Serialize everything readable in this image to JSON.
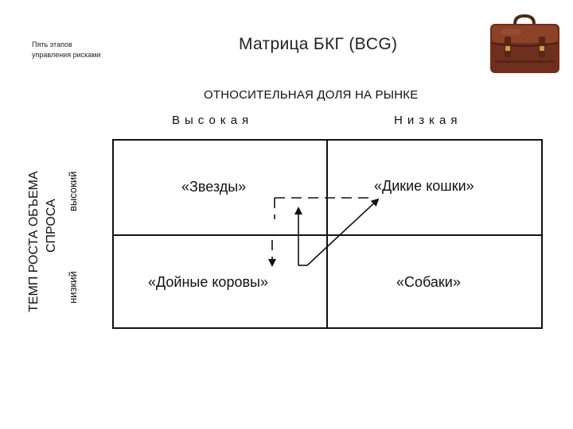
{
  "header": {
    "subtitle_line1": "Пять этапов",
    "subtitle_line2": "управления рисками",
    "title": "Матрица БКГ (BCG)"
  },
  "image": {
    "icon": "briefcase-icon"
  },
  "matrix": {
    "x_axis_title": "ОТНОСИТЕЛЬНАЯ ДОЛЯ НА РЫНКЕ",
    "x_high": "Высокая",
    "x_low": "Низкая",
    "y_axis_line1": "ТЕМП РОСТА ОБЪЕМА",
    "y_axis_line2": "СПРОСА",
    "y_high": "высокий",
    "y_low": "низкий",
    "cells": {
      "top_left": "«Звезды»",
      "top_right": "«Дикие кошки»",
      "bottom_left": "«Дойные коровы»",
      "bottom_right": "«Собаки»"
    }
  }
}
